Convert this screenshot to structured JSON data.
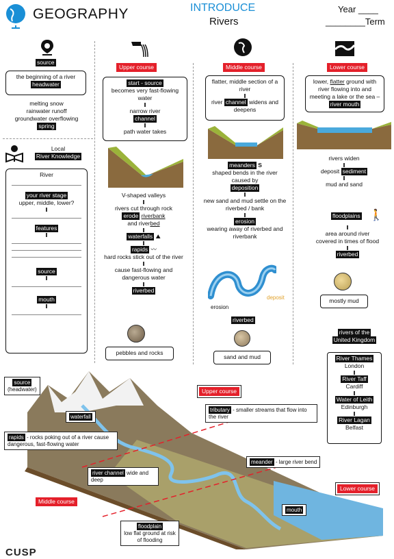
{
  "header": {
    "title": "GEOGRAPHY",
    "introduce": "INTRODUCE",
    "topic": "Rivers",
    "year": "Year ____",
    "term": "________Term"
  },
  "source_col": {
    "label": "source",
    "desc_a": "the beginning of a river",
    "headwater": "headwater",
    "list": [
      "melting snow",
      "rainwater runoff",
      "groundwater overflowing"
    ],
    "spring": "spring"
  },
  "local": {
    "title_a": "Local",
    "title_b": "River Knowledge",
    "river": "River",
    "stage": "your river stage",
    "stage_opts": "upper, middle, lower?",
    "features": "features",
    "source": "source",
    "mouth": "mouth"
  },
  "upper": {
    "label": "Upper course",
    "box_a_hl": "start - source",
    "box_a_rest": "becomes very fast-flowing water",
    "narrow": "narrow river",
    "channel": "channel",
    "path": "path water takes",
    "vshaped": "V-shaped valleys",
    "cut_a": "rivers cut through rock",
    "erode": "erode",
    "riverbank": "riverbank",
    "and": "and river",
    "bed": "bed",
    "waterfalls": "waterfalls",
    "rapids": "rapids",
    "rapids_desc": "hard rocks stick out of the river",
    "cause": "cause fast-flowing and dangerous water",
    "riverbed": "riverbed",
    "pebbles": "pebbles and rocks"
  },
  "middle": {
    "label": "Middle course",
    "flatter": "flatter, middle section of a river",
    "river": "river",
    "channel": "channel",
    "widens": "widens and deepens",
    "meanders": "meanders",
    "meanders_desc": "shaped bends in the river caused by",
    "deposition": "deposition",
    "settle": "new sand and mud settle on the riverbed / bank",
    "erosion": "erosion",
    "erosion_desc": "wearing away of riverbed and riverbank",
    "deposit_word": "deposit",
    "erosion_word": "erosion",
    "riverbed": "riverbed",
    "sand": "sand and mud"
  },
  "lower": {
    "label": "Lower course",
    "lower": "lower,",
    "flatter": "flatter",
    "ground": "ground with river flowing into and meeting a lake or the sea –",
    "river_mouth": "river mouth",
    "widen": "rivers widen",
    "deposit": "deposit",
    "sediment": "sediment",
    "mudsand": "mud and sand",
    "floodplains": "floodplains",
    "flood_desc": "area around river covered in times of flood",
    "riverbed": "riverbed",
    "mostly_mud": "mostly mud",
    "uk_a": "rivers of the",
    "uk_b": "United Kingdom",
    "uk": [
      {
        "river": "River Thames",
        "city": "London"
      },
      {
        "river": "River Taff",
        "city": "Cardiff"
      },
      {
        "river": "Water of Leith",
        "city": "Edinburgh"
      },
      {
        "river": "River Lagan",
        "city": "Belfast"
      }
    ]
  },
  "diagram": {
    "source": "source",
    "headwater": "(headwater)",
    "waterfall": "waterfall",
    "rapids": "rapids",
    "rapids_desc": "- rocks poking out of a river cause dangerous, fast-flowing water",
    "channel": "river channel",
    "channel_desc": "wide and deep",
    "middle": "Middle course",
    "upper": "Upper course",
    "tributary": "tributary",
    "trib_desc": "- smaller streams that flow into the river",
    "meander": "meander",
    "meander_desc": "- large river bend",
    "lower": "Lower course",
    "mouth": "mouth",
    "floodplain": "floodplain",
    "fp_desc": "low flat ground at risk of flooding"
  },
  "footer": {
    "logo": "CUSP"
  },
  "colors": {
    "accent_blue": "#1a8fd6",
    "red": "#e4202a",
    "water": "#4aa9dc",
    "land": "#8a6a3e"
  }
}
